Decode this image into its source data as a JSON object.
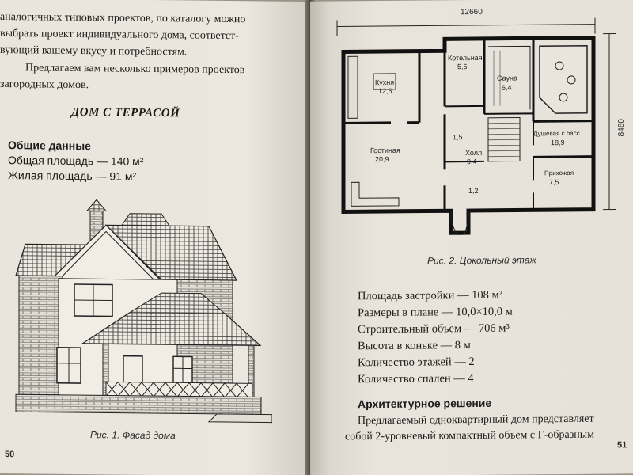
{
  "left_page": {
    "intro_lines": [
      "аналогичных типовых проектов, по каталогу можно",
      "выбрать проект индивидуального дома, соответст-",
      "вующий вашему вкусу и потребностям."
    ],
    "para2_lines": [
      "Предлагаем вам несколько примеров проектов",
      "загородных домов."
    ],
    "section_title": "ДОМ С ТЕРРАСОЙ",
    "general_heading": "Общие данные",
    "general_items": [
      "Общая площадь — 140 м²",
      "Жилая площадь — 91 м²"
    ],
    "figure_caption": "Рис. 1. Фасад дома",
    "page_number": "50"
  },
  "right_page": {
    "plan": {
      "width_dim": "12660",
      "height_dim": "8460",
      "rooms": [
        {
          "name": "Кухня",
          "area": "12,5"
        },
        {
          "name": "Котельная",
          "area": "5,5"
        },
        {
          "name": "Сауна",
          "area": "6,4"
        },
        {
          "name": "Гостиная",
          "area": "20,9"
        },
        {
          "name": "Холл",
          "area": "9,4"
        },
        {
          "name": "Душевая с басс.",
          "area": "18,9"
        },
        {
          "name": "Прихожая",
          "area": "7,5"
        },
        {
          "name": "",
          "area": "1,5"
        },
        {
          "name": "",
          "area": "1,2"
        }
      ]
    },
    "figure_caption": "Рис. 2. Цокольный этаж",
    "specs": [
      "Площадь застройки — 108 м²",
      "Размеры в плане — 10,0×10,0 м",
      "Строительный объем — 706 м³",
      "Высота в коньке — 8 м",
      "Количество этажей — 2",
      "Количество спален — 4"
    ],
    "arch_heading": "Архитектурное решение",
    "arch_lines": [
      "Предлагаемый одноквартирный дом представляет",
      "собой 2-уровневый компактный объем с Г-образным"
    ],
    "page_number": "51"
  }
}
